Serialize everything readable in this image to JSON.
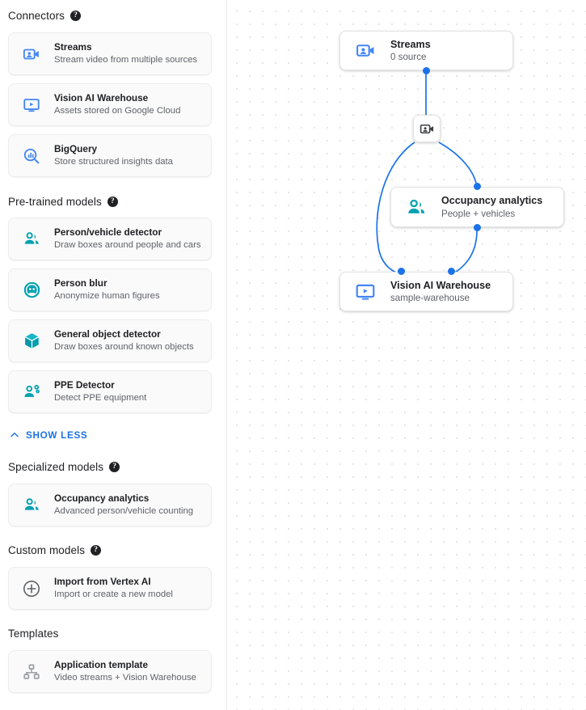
{
  "sidebar": {
    "sections": [
      {
        "title": "Connectors",
        "has_help": true,
        "help_icon": "help-circle-icon",
        "items": [
          {
            "title": "Streams",
            "subtitle": "Stream video from multiple sources",
            "icon": "video-camera-person-icon",
            "icon_color": "#4285f4"
          },
          {
            "title": "Vision AI Warehouse",
            "subtitle": "Assets stored on Google Cloud",
            "icon": "monitor-play-icon",
            "icon_color": "#4285f4"
          },
          {
            "title": "BigQuery",
            "subtitle": "Store structured insights data",
            "icon": "bigquery-magnifier-icon",
            "icon_color": "#4285f4"
          }
        ]
      },
      {
        "title": "Pre-trained models",
        "has_help": true,
        "help_icon": "help-circle-icon",
        "items": [
          {
            "title": "Person/vehicle detector",
            "subtitle": "Draw boxes around people and cars",
            "icon": "people-group-icon",
            "icon_color": "#00a0b0"
          },
          {
            "title": "Person blur",
            "subtitle": "Anonymize human figures",
            "icon": "face-blur-icon",
            "icon_color": "#00a0b0"
          },
          {
            "title": "General object detector",
            "subtitle": "Draw boxes around known objects",
            "icon": "cube-box-icon",
            "icon_color": "#00a0b0"
          },
          {
            "title": "PPE Detector",
            "subtitle": "Detect PPE equipment",
            "icon": "person-ppe-icon",
            "icon_color": "#00a0b0"
          }
        ]
      },
      {
        "title": "Specialized models",
        "has_help": true,
        "help_icon": "help-circle-icon",
        "items": [
          {
            "title": "Occupancy analytics",
            "subtitle": "Advanced person/vehicle counting",
            "icon": "people-group-icon",
            "icon_color": "#00a0b0"
          }
        ]
      },
      {
        "title": "Custom models",
        "has_help": true,
        "help_icon": "help-circle-icon",
        "items": [
          {
            "title": "Import from Vertex AI",
            "subtitle": "Import or create a new model",
            "icon": "plus-circle-icon",
            "icon_color": "#5f6368"
          }
        ]
      },
      {
        "title": "Templates",
        "has_help": false,
        "help_icon": "",
        "items": [
          {
            "title": "Application template",
            "subtitle": "Video streams + Vision Warehouse",
            "icon": "hierarchy-icon",
            "icon_color": "#9aa0a6"
          }
        ]
      }
    ],
    "show_less": {
      "label": "SHOW LESS",
      "icon": "chevron-up-icon",
      "color": "#1a73e8"
    }
  },
  "graph": {
    "nodes": [
      {
        "title": "Streams",
        "subtitle": "0 source",
        "icon": "video-camera-person-icon",
        "icon_color": "#4285f4"
      },
      {
        "title": "Occupancy analytics",
        "subtitle": "People + vehicles",
        "icon": "people-group-icon",
        "icon_color": "#00a0b0"
      },
      {
        "title": "Vision AI Warehouse",
        "subtitle": "sample-warehouse",
        "icon": "monitor-play-icon",
        "icon_color": "#4285f4"
      }
    ],
    "badge": {
      "icon": "video-camera-person-icon",
      "icon_color": "#3c4043"
    },
    "edge_color": "#1a73e8",
    "port_color": "#1a73e8"
  }
}
